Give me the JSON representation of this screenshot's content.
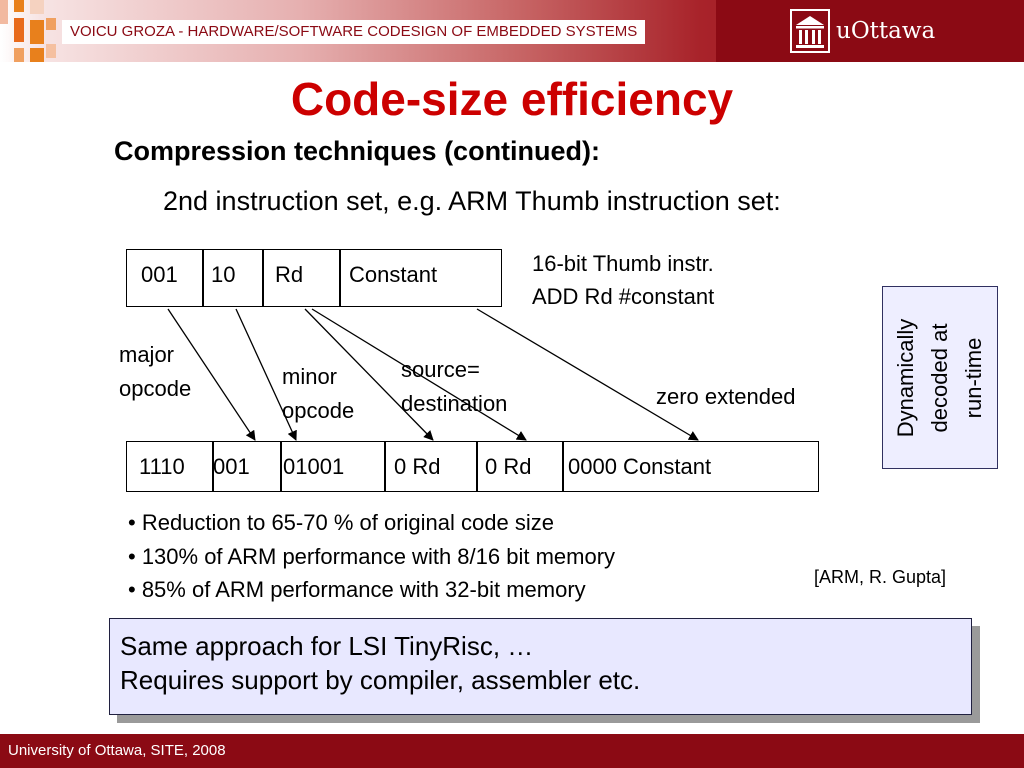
{
  "header": {
    "course_title": "VOICU GROZA - HARDWARE/SOFTWARE CODESIGN OF EMBEDDED SYSTEMS",
    "logo_text": "uOttawa",
    "logo_icon": "university-building-icon"
  },
  "slide": {
    "title": "Code-size efficiency",
    "subtitle": "Compression techniques (continued):",
    "subtitle2": "2nd instruction set, e.g. ARM Thumb instruction set:"
  },
  "thumb_instr": {
    "fields": [
      "001",
      "10",
      "Rd",
      "Constant"
    ],
    "caption_line1": "16-bit Thumb instr.",
    "caption_line2": "ADD Rd #constant"
  },
  "labels": {
    "major_line1": "major",
    "major_line2": "opcode",
    "minor_line1": "minor",
    "minor_line2": "opcode",
    "source_line1": "source=",
    "source_line2": "destination",
    "zero_extended": "zero extended"
  },
  "arm_instr": {
    "fields": [
      "1110",
      "001",
      "01001",
      "0 Rd",
      "0 Rd",
      "0000 Constant"
    ]
  },
  "dynamic_note": {
    "line1": "Dynamically",
    "line2": "decoded at",
    "line3": "run-time"
  },
  "bullets": [
    "• Reduction to 65-70 % of original code size",
    "• 130% of ARM performance with 8/16 bit memory",
    "• 85% of ARM performance with 32-bit memory"
  ],
  "citation": "[ARM, R. Gupta]",
  "note": {
    "line1": "Same approach for LSI TinyRisc, …",
    "line2": "Requires support by compiler, assembler etc."
  },
  "footer": {
    "text": "University of Ottawa, SITE, 2008"
  }
}
